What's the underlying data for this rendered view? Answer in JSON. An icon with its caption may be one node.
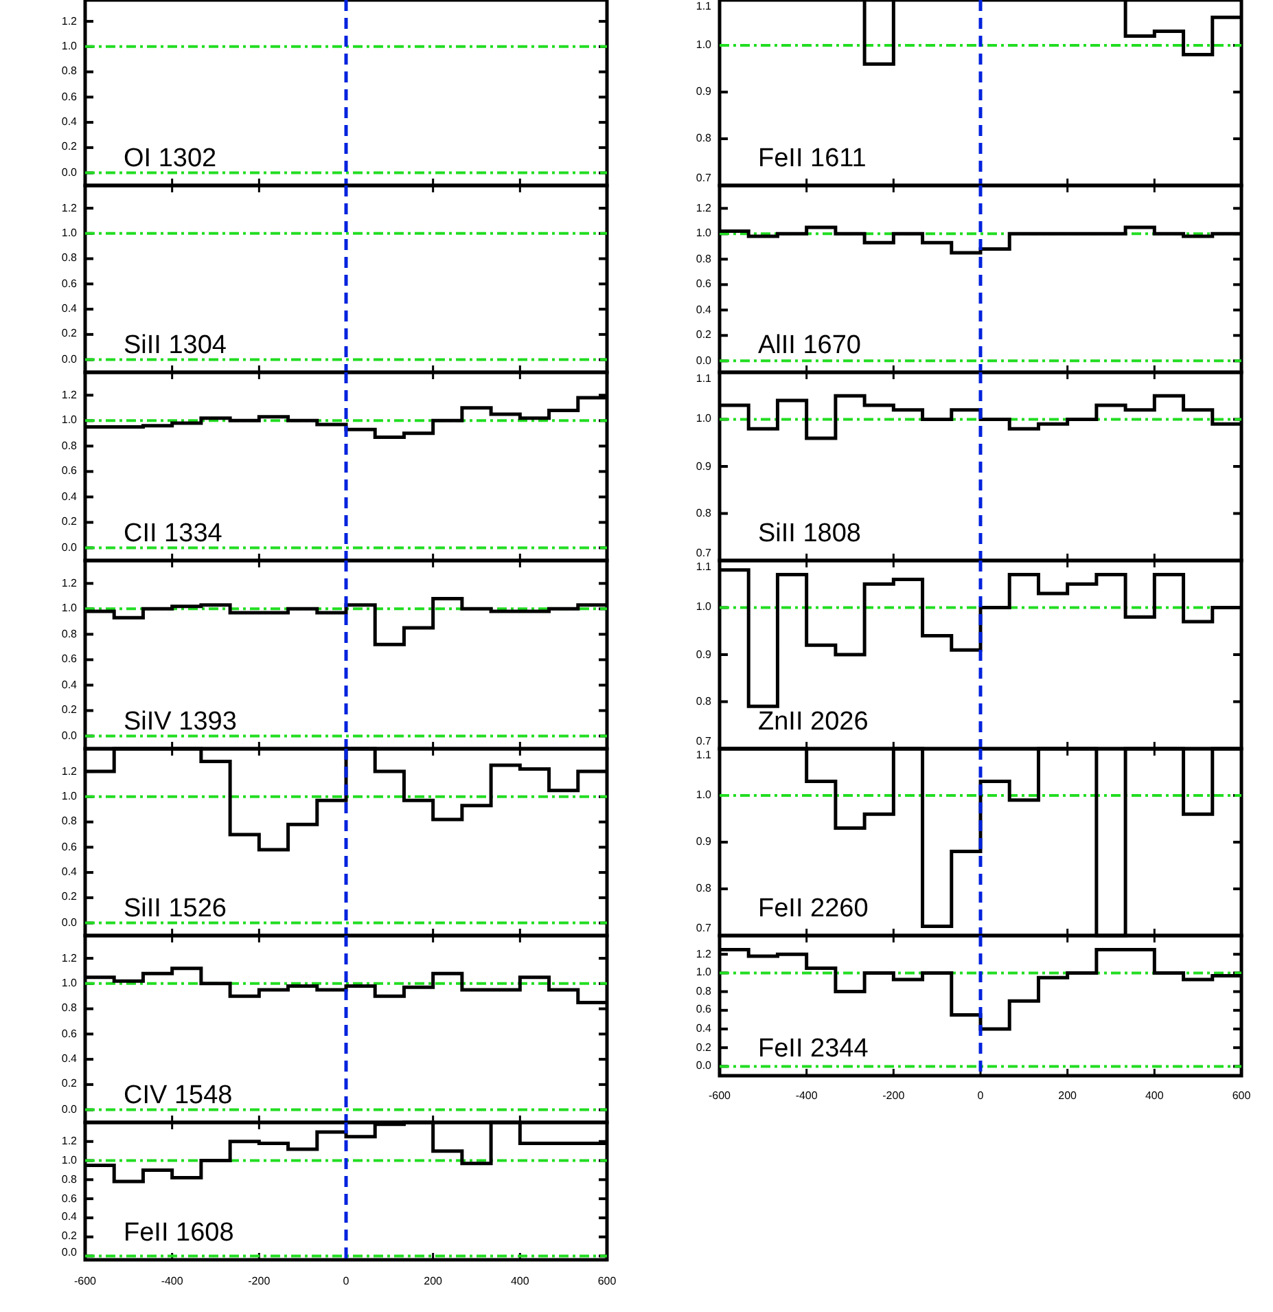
{
  "diagram": {
    "labels": [
      "1.2",
      "1.0",
      "0.8",
      "0.6",
      "0.4",
      "0.2",
      "0.0",
      "OI 1302",
      "1.2",
      "1.0",
      "0.8",
      "0.6",
      "0.4",
      "0.2",
      "0.0",
      "SiII 1304",
      "1.2",
      "1.0",
      "0.8",
      "0.6",
      "0.4",
      "0.2",
      "0.0",
      "CII 1334",
      "1.2",
      "1.0",
      "0.8",
      "0.6",
      "0.4",
      "0.2",
      "0.0",
      "SiIV 1393",
      "1.2",
      "1.0",
      "0.8",
      "0.6",
      "0.4",
      "0.2",
      "0.0",
      "SiII 1526",
      "1.2",
      "1.0",
      "0.8",
      "0.6",
      "0.4",
      "0.2",
      "0.0",
      "CIV 1548",
      "1.2",
      "1.0",
      "0.8",
      "0.6",
      "0.4",
      "0.2",
      "0.0",
      "FeII 1608",
      "-600",
      "-400",
      "-200",
      "0",
      "200",
      "400",
      "600",
      "1.1",
      "1.0",
      "0.9",
      "0.8",
      "0.7",
      "FeII 1611",
      "1.2",
      "1.0",
      "0.8",
      "0.6",
      "0.4",
      "0.2",
      "0.0",
      "AlII 1670",
      "1.1",
      "1.0",
      "0.9",
      "0.8",
      "0.7",
      "SiII 1808",
      "1.1",
      "1.0",
      "0.9",
      "0.8",
      "0.7",
      "ZnII 2026",
      "1.1",
      "1.0",
      "0.9",
      "0.8",
      "0.7",
      "FeII 2260",
      "1.2",
      "1.0",
      "0.8",
      "0.6",
      "0.4",
      "0.2",
      "0.0",
      "FeII 2344",
      "-600",
      "-400",
      "-200",
      "0",
      "200",
      "400",
      "600"
    ]
  }
}
